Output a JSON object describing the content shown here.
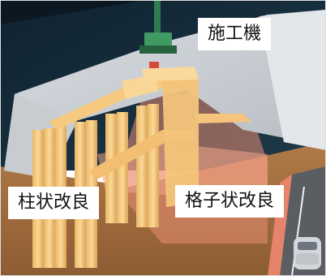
{
  "image": {
    "description_visible_labels": true
  },
  "labels": {
    "machine": "施工機",
    "column_improvement": "柱状改良",
    "grid_improvement": "格子状改良"
  }
}
